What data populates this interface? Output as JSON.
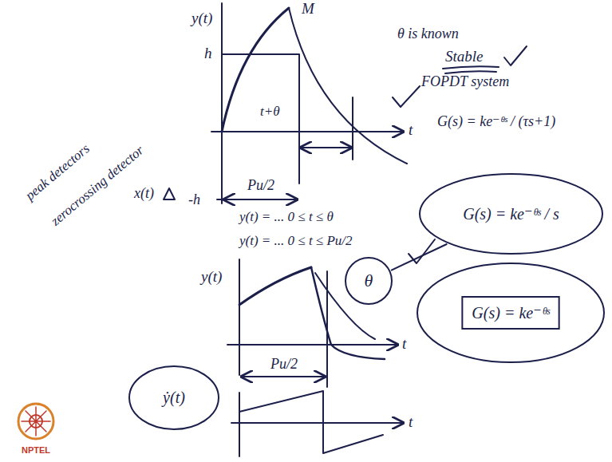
{
  "diagram": {
    "nodes": [
      {
        "text": [
          "G(s) = ke⁻ᶿˢ / s"
        ]
      },
      {
        "text": [
          "θ"
        ]
      },
      {
        "text": [
          "G(s) = ke⁻ᶿˢ"
        ]
      },
      {
        "text": [
          "ẏ(t)"
        ]
      }
    ],
    "edges": [
      {
        "from": 1,
        "to": 0,
        "arrow": "none"
      }
    ],
    "labels": [
      "y(t)",
      "h",
      "M",
      "t+θ",
      "t",
      "-h",
      "Pu/2",
      "θ is known",
      "Stable",
      "FOPDT system",
      "G(s) = ke⁻ᶿˢ / (τs+1)",
      "peak detectors",
      "zerocrossing detector",
      "x(t)",
      "y(t) = ... 0 ≤ t ≤ θ",
      "y(t) = ... 0 ≤ t ≤ Pu/2",
      "y(t)",
      "Pu/2",
      "t",
      "t",
      "NPTEL"
    ]
  }
}
